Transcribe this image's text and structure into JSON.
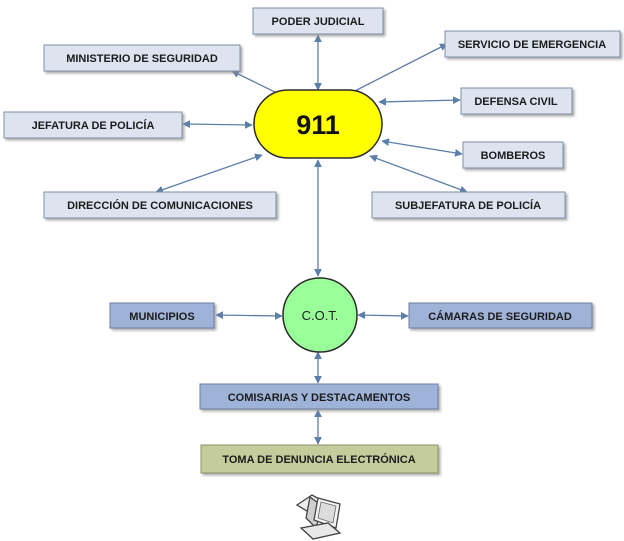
{
  "center": {
    "label": "911",
    "color": "#ffff00"
  },
  "cot": {
    "label": "C.O.T.",
    "color": "#99ff99"
  },
  "nodes": {
    "poder_judicial": "PODER JUDICIAL",
    "ministerio": "MINISTERIO DE SEGURIDAD",
    "servicio_emergencia": "SERVICIO DE EMERGENCIA",
    "jefatura": "JEFATURA DE POLICÍA",
    "defensa_civil": "DEFENSA CIVIL",
    "bomberos": "BOMBEROS",
    "direccion": "DIRECCIÓN DE COMUNICACIONES",
    "subjefatura": "SUBJEFATURA DE POLICÍA",
    "municipios": "MUNICIPIOS",
    "camaras": "CÁMARAS DE SEGURIDAD",
    "comisarias": "COMISARIAS Y DESTACAMENTOS",
    "toma_denuncia": "TOMA DE DENUNCIA ELECTRÓNICA"
  },
  "colors": {
    "light_box": "#dde4f0",
    "blue_box": "#9fb3d9",
    "green_box": "#c4cc9c",
    "connector": "#5b7fa8"
  },
  "icons": [
    "computer-icon"
  ]
}
